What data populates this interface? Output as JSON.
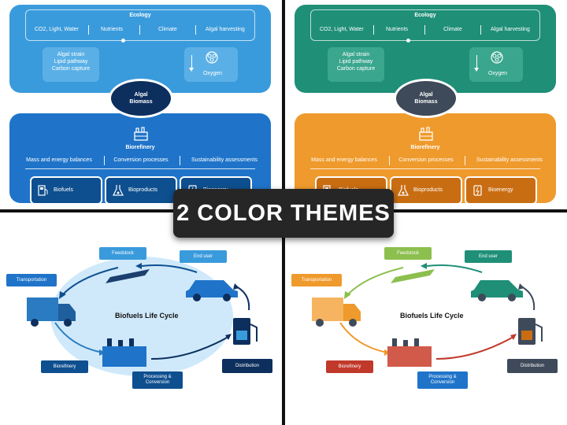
{
  "ecology": {
    "title": "Ecology",
    "items": [
      "CO2, Light, Water",
      "Nutrients",
      "Climate",
      "Algal harvesting"
    ],
    "strain": [
      "Algal strain",
      "Lipid pathway",
      "Carbon capture"
    ],
    "oxygen": "Oxygen"
  },
  "biomass": {
    "line1": "Algal",
    "line2": "Biomass"
  },
  "biorefinery": {
    "title": "Biorefinery",
    "items": [
      "Mass and energy balances",
      "Conversion processes",
      "Sustainability assessments"
    ],
    "products": [
      "Biofuels",
      "Bioproducts",
      "Bioenergy"
    ]
  },
  "banner": "2 COLOR THEMES",
  "lifecycle": {
    "title": "Biofuels Life Cycle",
    "feedstock": "Feedstock",
    "end_user": "End user",
    "transportation": "Transportation",
    "biorefinery": "Biorefinery",
    "processing_1": "Processing &",
    "processing_2": "Conversion",
    "distribution": "Distribution"
  },
  "colors": {
    "blue_light": "#3a9bdc",
    "blue_mid": "#2a7bc2",
    "blue_dark": "#0e4f8f",
    "navy": "#0d2f5e",
    "teal": "#1f8f78",
    "orange": "#ef9a2c",
    "orange_dark": "#c96d12",
    "slate": "#3e4a5a",
    "green": "#8cbf4e",
    "red": "#c0392b",
    "lc_bg": "#cfe9fb"
  }
}
